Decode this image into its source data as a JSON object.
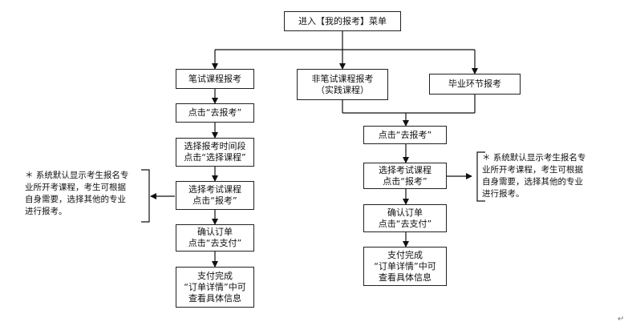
{
  "diagram": {
    "root": "进入【我的报考】菜单",
    "branches": {
      "written": "笔试课程报考",
      "practical": "非笔试课程报考\n（实践课程）",
      "graduation": "毕业环节报考"
    },
    "left_flow": [
      "点击“去报考”",
      "选择报考时间段\n点击“选择课程”",
      "选择考试课程\n点击“报考”",
      "确认订单\n点击“去支付”",
      "支付完成\n“订单详情”中可\n查看具体信息"
    ],
    "right_flow": [
      "点击“去报考”",
      "选择考试课程\n点击“报考”",
      "确认订单\n点击“去支付”",
      "支付完成\n“订单详情”中可\n查看具体信息"
    ],
    "notes": {
      "left": "＊ 系统默认显示考生报名专\n业所开考课程，考生可根据\n自身需要，选择其他的专业\n进行报考。",
      "right": "＊ 系统默认显示考生报名专\n业所开考课程，考生可根据\n自身需要，选择其他的专业\n进行报考。"
    },
    "end_mark": "↵"
  }
}
